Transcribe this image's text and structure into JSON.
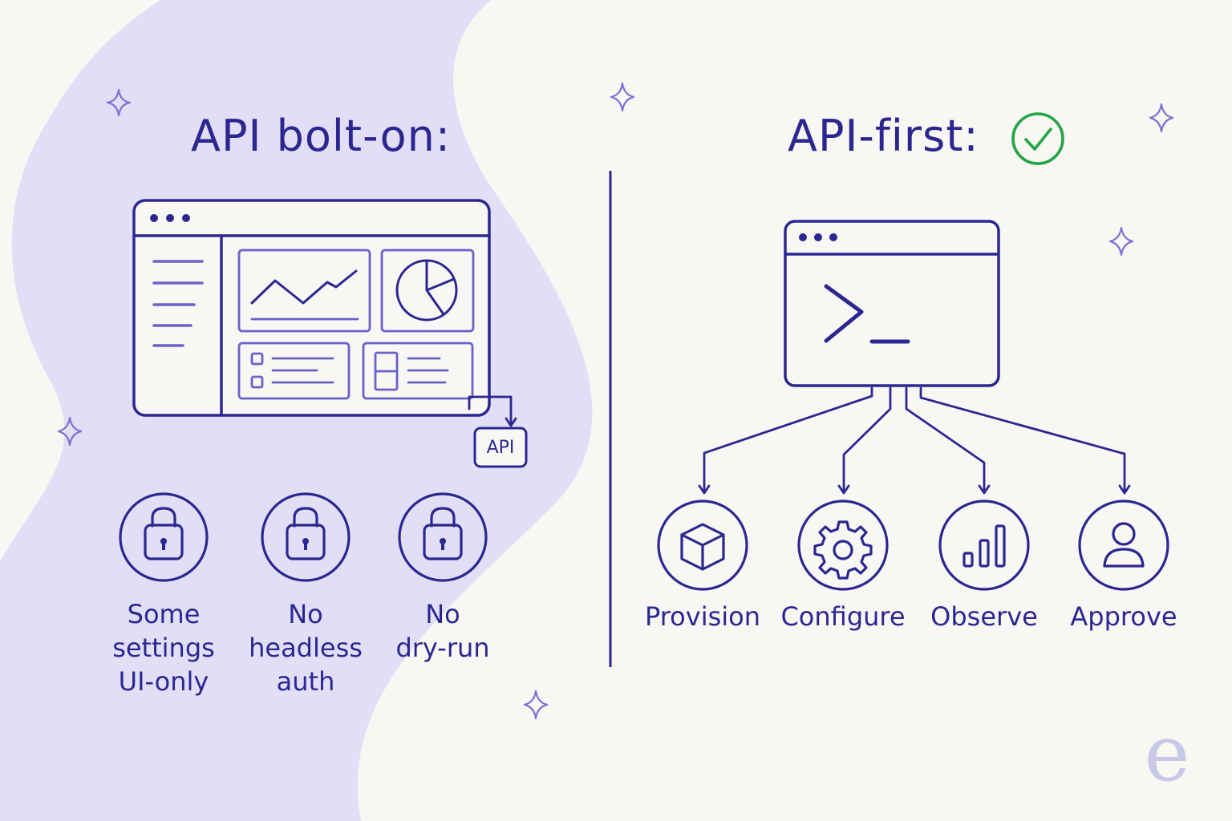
{
  "left": {
    "title": "API bolt-on:",
    "api_tag": "API",
    "limitations": [
      {
        "icon": "lock-icon",
        "lines": [
          "Some",
          "settings",
          "UI-only"
        ]
      },
      {
        "icon": "lock-icon",
        "lines": [
          "No",
          "headless",
          "auth"
        ]
      },
      {
        "icon": "lock-icon",
        "lines": [
          "No",
          "dry-run"
        ]
      }
    ]
  },
  "right": {
    "title": "API-first:",
    "capabilities": [
      {
        "icon": "cube-icon",
        "label": "Provision"
      },
      {
        "icon": "gear-icon",
        "label": "Configure"
      },
      {
        "icon": "bar-chart-icon",
        "label": "Observe"
      },
      {
        "icon": "user-icon",
        "label": "Approve"
      }
    ]
  },
  "logo": "e",
  "colors": {
    "ink": "#2c2790",
    "ink_light": "#6a62c9",
    "blob": "#e2def5",
    "background": "#f8f7f3",
    "check": "#22a447",
    "sparkle": "#7b74cf"
  }
}
